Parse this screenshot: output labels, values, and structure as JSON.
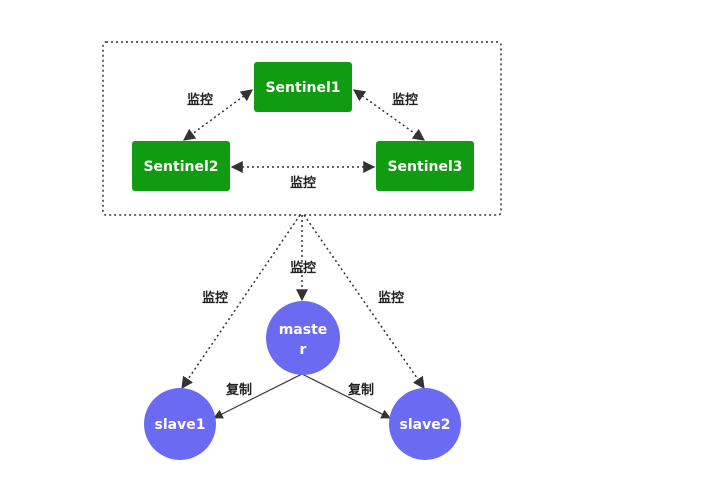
{
  "colors": {
    "sentinel_fill": "#119b11",
    "redis_fill": "#6a6af2",
    "line": "#333333",
    "label": "#222222"
  },
  "sentinels": {
    "s1": "Sentinel1",
    "s2": "Sentinel2",
    "s3": "Sentinel3"
  },
  "redis": {
    "master_line1": "maste",
    "master_line2": "r",
    "slave1": "slave1",
    "slave2": "slave2"
  },
  "labels": {
    "monitor_s1_s2": "监控",
    "monitor_s1_s3": "监控",
    "monitor_s2_s3": "监控",
    "monitor_master": "监控",
    "monitor_slave1": "监控",
    "monitor_slave2": "监控",
    "replicate_slave1": "复制",
    "replicate_slave2": "复制"
  }
}
